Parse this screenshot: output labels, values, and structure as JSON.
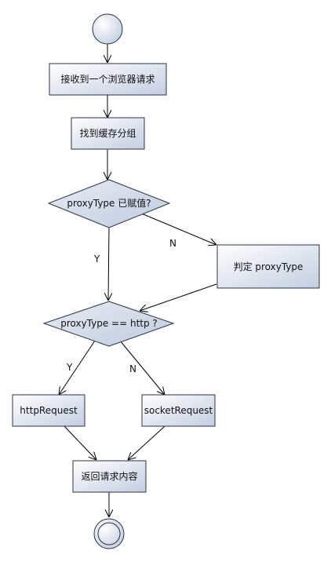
{
  "nodes": {
    "receive": "接收到一个浏览器请求",
    "find_group": "找到缓存分组",
    "decision_proxy_set": "proxyType 已赋值?",
    "determine_proxy": "判定 proxyType",
    "decision_http": "proxyType == http ?",
    "http_request": "httpRequest",
    "socket_request": "socketRequest",
    "return_content": "返回请求内容"
  },
  "edge_labels": {
    "proxy_set_yes": "Y",
    "proxy_set_no": "N",
    "http_yes": "Y",
    "http_no": "N"
  },
  "colors": {
    "node_fill_light": "#ffffff",
    "node_fill_dark": "#c3cee1",
    "node_stroke": "#2b3446",
    "edge": "#000000"
  }
}
